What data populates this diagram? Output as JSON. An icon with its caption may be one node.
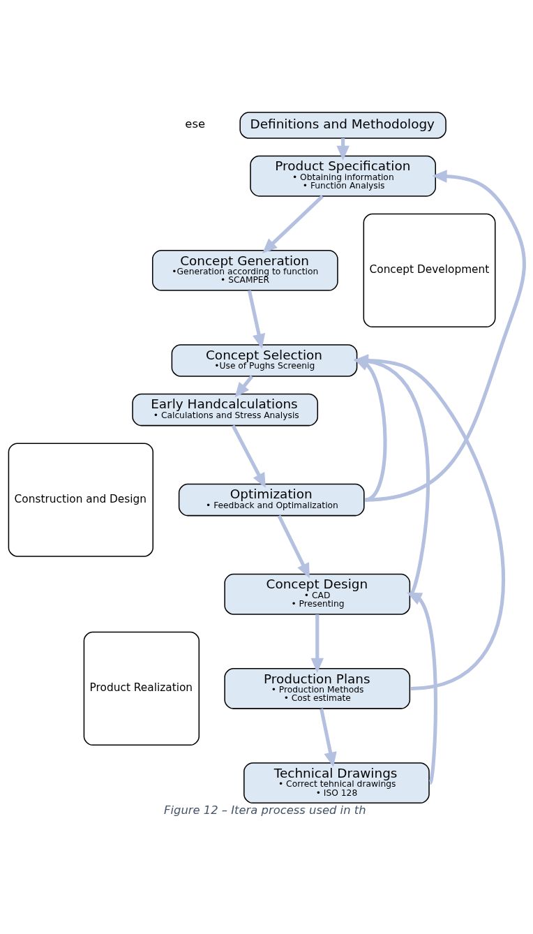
{
  "diagram": {
    "caption": "Figure 12 – Itera process used in th",
    "nodes": [
      {
        "text": [
          "Definitions and Methodology"
        ]
      },
      {
        "text": [
          "Product Specification",
          "• Obtaining information",
          "• Function Analysis"
        ]
      },
      {
        "text": [
          "Concept Generation",
          "•Generation according to function",
          "• SCAMPER"
        ]
      },
      {
        "text": [
          "Concept Selection",
          "•Use of Pughs Screenig"
        ]
      },
      {
        "text": [
          "Early Handcalculations",
          "• Calculations and Stress Analysis"
        ]
      },
      {
        "text": [
          "Optimization",
          "• Feedback and Optimalization"
        ]
      },
      {
        "text": [
          "Concept Design",
          "• CAD",
          "• Presenting"
        ]
      },
      {
        "text": [
          "Production Plans",
          "• Production Methods",
          "• Cost estimate"
        ]
      },
      {
        "text": [
          "Technical Drawings",
          "• Correct tehnical drawings",
          "• ISO 128"
        ]
      },
      {
        "text": [
          "Concept Development"
        ]
      },
      {
        "text": [
          "Construction and Design"
        ]
      },
      {
        "text": [
          "Product Realization"
        ]
      }
    ],
    "edges": [
      {
        "from": 0,
        "to": 1,
        "arrow": "to"
      },
      {
        "from": 1,
        "to": 2,
        "arrow": "to"
      },
      {
        "from": 2,
        "to": 3,
        "arrow": "to"
      },
      {
        "from": 3,
        "to": 4,
        "arrow": "to"
      },
      {
        "from": 4,
        "to": 5,
        "arrow": "to"
      },
      {
        "from": 5,
        "to": 6,
        "arrow": "to"
      },
      {
        "from": 6,
        "to": 7,
        "arrow": "to"
      },
      {
        "from": 7,
        "to": 8,
        "arrow": "to"
      },
      {
        "from": 5,
        "to": 1,
        "arrow": "to"
      },
      {
        "from": 5,
        "to": 3,
        "arrow": "to"
      },
      {
        "from": 6,
        "to": 3,
        "arrow": "to"
      },
      {
        "from": 7,
        "to": 3,
        "arrow": "to"
      },
      {
        "from": 8,
        "to": 6,
        "arrow": "to"
      }
    ],
    "labels": [
      "ese"
    ]
  }
}
